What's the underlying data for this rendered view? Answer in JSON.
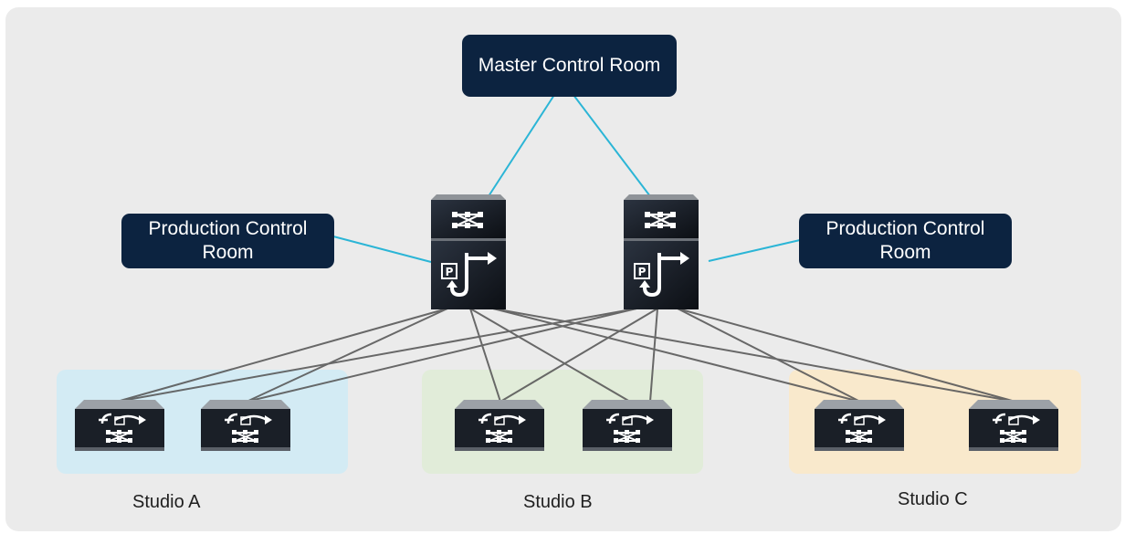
{
  "rooms": {
    "master": "Master Control Room",
    "production_left": "Production Control Room",
    "production_right": "Production Control Room"
  },
  "studios": {
    "a": "Studio A",
    "b": "Studio B",
    "c": "Studio C"
  },
  "colors": {
    "background": "#ebebeb",
    "room_fill": "#0c2340",
    "uplink_line": "#2bb5d6",
    "fabric_line": "#5a5a5a",
    "studio_a_zone": "#d3ebf4",
    "studio_b_zone": "#e1ecd9",
    "studio_c_zone": "#f9e9cc"
  },
  "icons": {
    "spine": "ptp-boundary-switch-icon",
    "leaf": "ptp-leaf-switch-icon"
  }
}
